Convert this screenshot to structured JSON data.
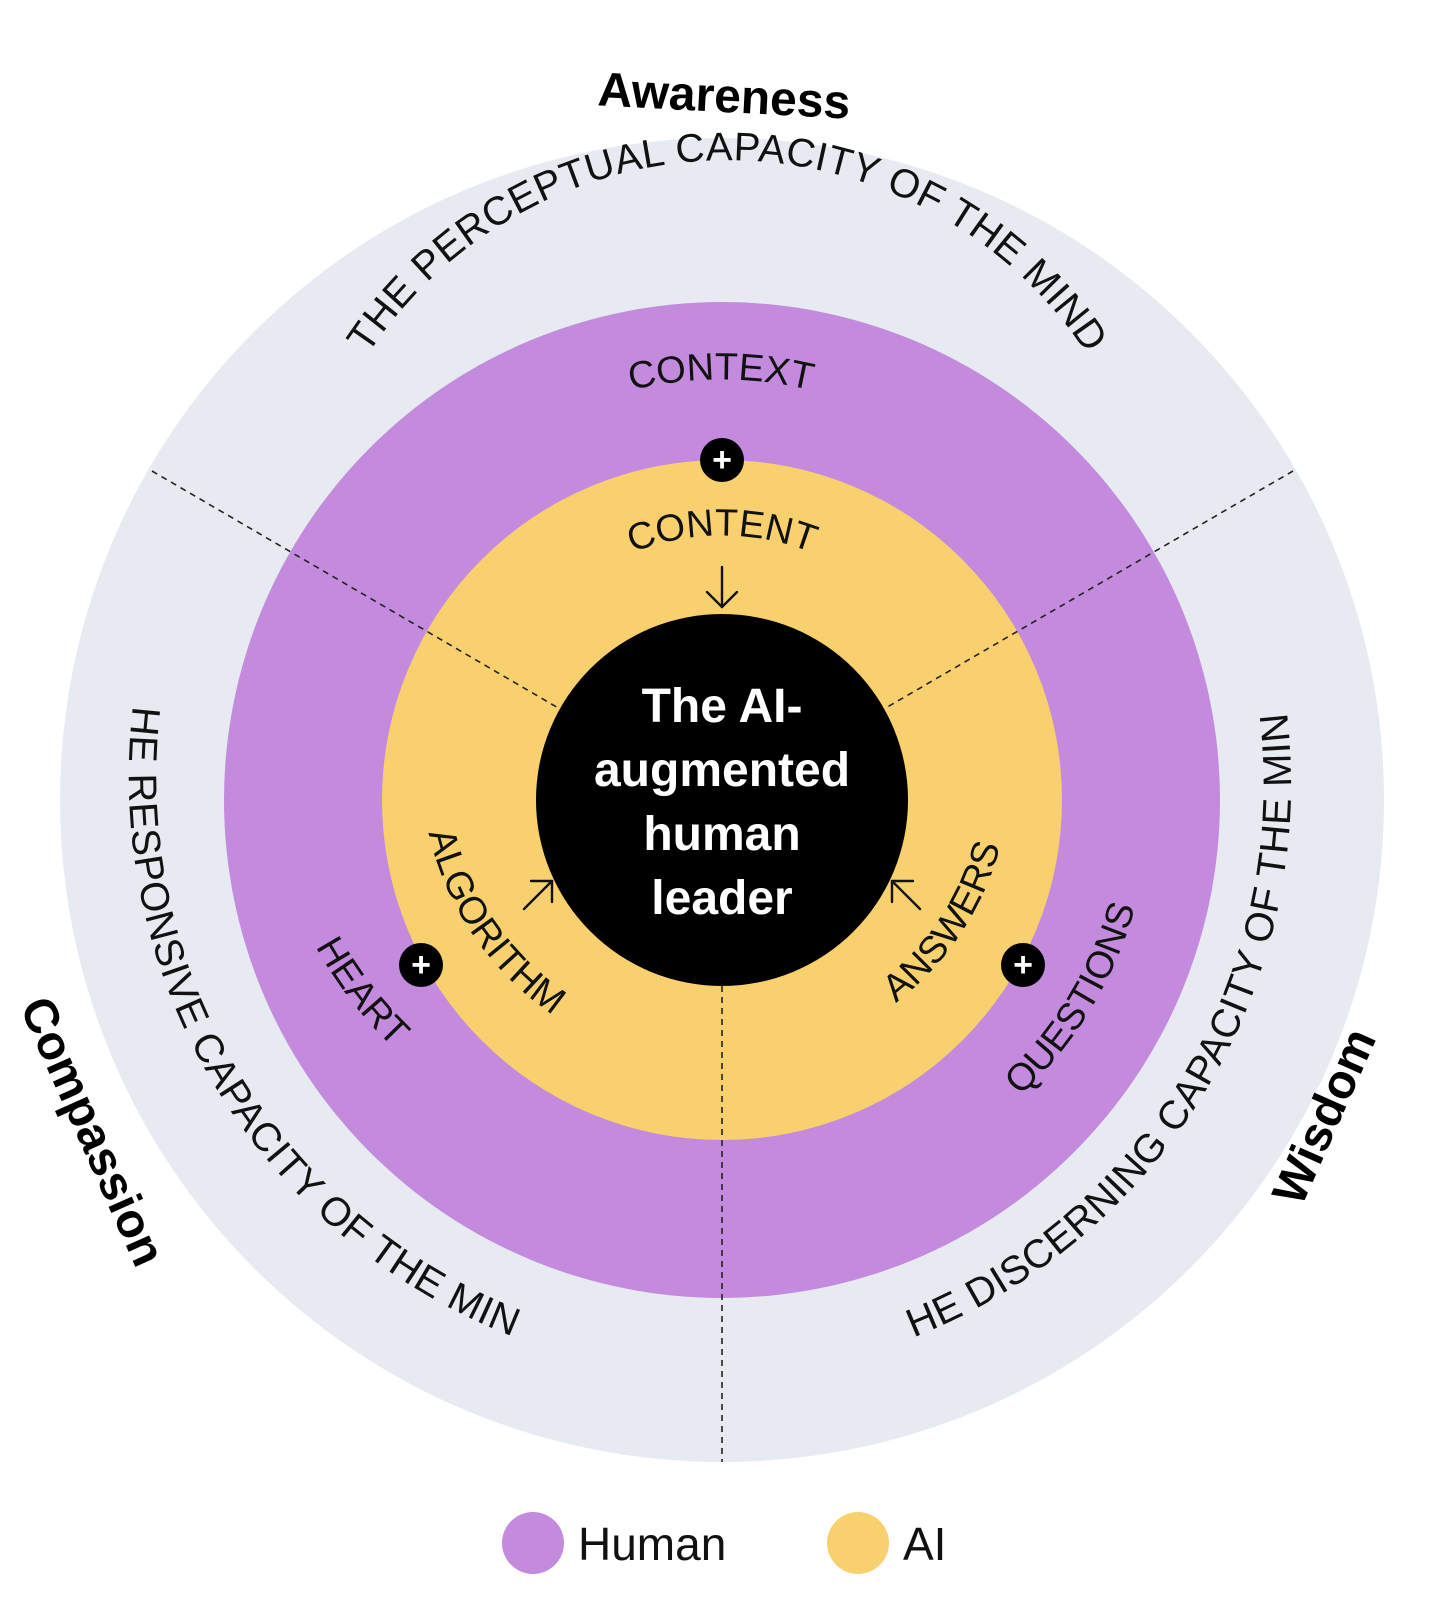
{
  "colors": {
    "outer_ring": "#e7ebf1",
    "human": "#c38ade",
    "ai": "#f8d16e",
    "core": "#000000",
    "background": "#ffffff"
  },
  "dimensions": {
    "awareness": "Awareness",
    "compassion": "Compassion",
    "wisdom": "Wisdom"
  },
  "ring_labels": {
    "awareness": "THE PERCEPTUAL CAPACITY OF THE MIND",
    "compassion": "THE RESPONSIVE CAPACITY OF THE MIND",
    "wisdom": "THE DISCERNING CAPACITY OF THE MIND"
  },
  "human_terms": {
    "context": "CONTEXT",
    "heart": "HEART",
    "questions": "QUESTIONS"
  },
  "ai_terms": {
    "content": "CONTENT",
    "algorithm": "ALGORITHM",
    "answers": "ANSWERS"
  },
  "plus_symbol": "+",
  "center": {
    "line1": "The AI-",
    "line2": "augmented",
    "line3": "human",
    "line4": "leader"
  },
  "legend": {
    "human": "Human",
    "ai": "AI"
  },
  "icons": {
    "plus": "plus-icon",
    "arrow": "arrow-icon"
  }
}
